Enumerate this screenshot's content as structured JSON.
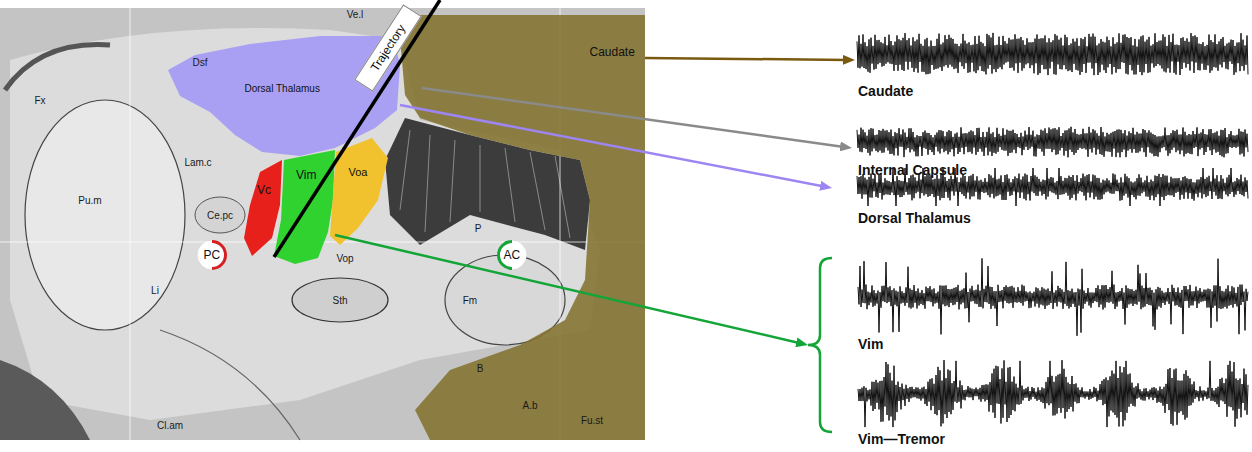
{
  "diagram": {
    "nodes": [
      {
        "text": [
          "Trajectory"
        ]
      },
      {
        "text": [
          "Caudate"
        ]
      },
      {
        "text": [
          "Dorsal Thalamus"
        ]
      },
      {
        "text": [
          "Vc"
        ]
      },
      {
        "text": [
          "Vim"
        ]
      },
      {
        "text": [
          "Voa"
        ]
      },
      {
        "text": [
          "PC"
        ]
      },
      {
        "text": [
          "AC"
        ]
      },
      {
        "text": [
          "Caudate"
        ]
      },
      {
        "text": [
          "Internal Capsule"
        ]
      },
      {
        "text": [
          "Dorsal Thalamus"
        ]
      },
      {
        "text": [
          "Vim"
        ]
      },
      {
        "text": [
          "Vim—Tremor"
        ]
      }
    ],
    "edges": [
      {
        "from": 1,
        "to": 8,
        "arrow": "to"
      },
      {
        "from": 0,
        "to": 9,
        "arrow": "to"
      },
      {
        "from": 2,
        "to": 10,
        "arrow": "to"
      },
      {
        "from": 4,
        "to": 11,
        "arrow": "to"
      }
    ],
    "labels": [
      "Ve.l",
      "Fx",
      "Dsf",
      "Lam.c",
      "Pu.m",
      "Ce.pc",
      "Vop",
      "Li",
      "Sth",
      "P",
      "Fm",
      "B",
      "A.b",
      "Fu.st",
      "Cl.am"
    ]
  }
}
